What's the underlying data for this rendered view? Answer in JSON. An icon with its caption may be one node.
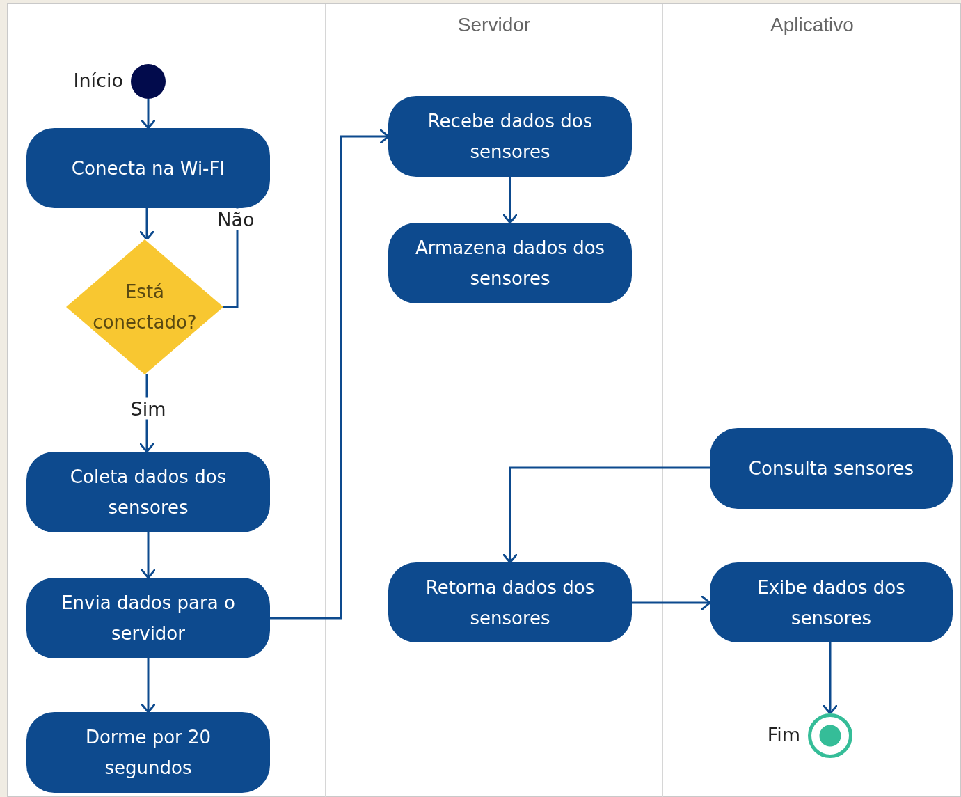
{
  "diagram": {
    "nodes": [
      {
        "text": [],
        "shape": "band"
      },
      {
        "text": [
          "Servidor"
        ]
      },
      {
        "text": [
          "Aplicativo"
        ]
      },
      {
        "text": [],
        "shape": "circle",
        "in": 0,
        "beside": [
          "Início"
        ]
      },
      {
        "text": [
          "Conecta na Wi-FI"
        ],
        "in": 0
      },
      {
        "text": [
          "Está conectado?"
        ],
        "in": 0
      },
      {
        "text": [
          "Coleta dados dos sensores"
        ],
        "in": 0
      },
      {
        "text": [
          "Envia dados para o servidor"
        ],
        "in": 0
      },
      {
        "text": [
          "Dorme por 20 segundos"
        ],
        "in": 0
      },
      {
        "text": [
          "Recebe dados dos sensores"
        ],
        "in": 1
      },
      {
        "text": [
          "Armazena dados dos sensores"
        ],
        "in": 1
      },
      {
        "text": [
          "Retorna dados dos sensores"
        ],
        "in": 1
      },
      {
        "text": [
          "Consulta sensores"
        ],
        "in": 2
      },
      {
        "text": [
          "Exibe dados dos sensores"
        ],
        "in": 2
      },
      {
        "text": [],
        "shape": "circle",
        "in": 2,
        "beside": [
          "Fim"
        ]
      }
    ],
    "edges": [
      {
        "from": 3,
        "to": 4,
        "arrow": "to"
      },
      {
        "from": 4,
        "to": 5,
        "arrow": "to"
      },
      {
        "from": 5,
        "to": 4,
        "arrow": "none",
        "label": "Não"
      },
      {
        "from": 5,
        "to": 6,
        "arrow": "to",
        "label": "Sim"
      },
      {
        "from": 6,
        "to": 7,
        "arrow": "to"
      },
      {
        "from": 7,
        "to": 9,
        "arrow": "to"
      },
      {
        "from": 9,
        "to": 10,
        "arrow": "to"
      },
      {
        "from": 7,
        "to": 8,
        "arrow": "to"
      },
      {
        "from": 12,
        "to": 11,
        "arrow": "to"
      },
      {
        "from": 11,
        "to": 13,
        "arrow": "to"
      },
      {
        "from": 13,
        "to": 14,
        "arrow": "to"
      }
    ]
  }
}
